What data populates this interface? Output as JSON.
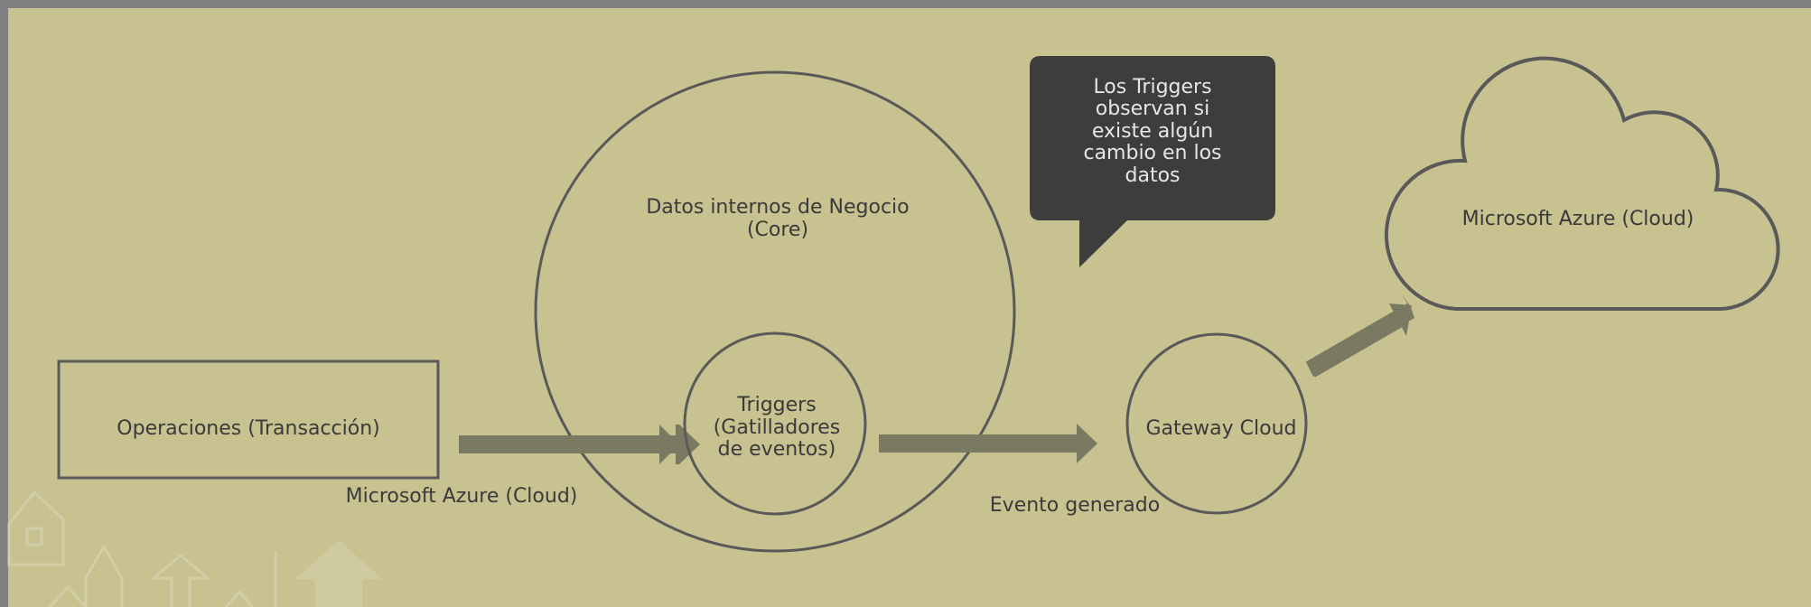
{
  "colors": {
    "frame": "#808080",
    "background": "#c7c28f",
    "stroke": "#59595a",
    "arrow": "#7a7a63",
    "text": "#3a3a3a",
    "callout_fill": "#3d3d3d",
    "callout_text": "#e6e6e6",
    "watermark": "#d4d0ab"
  },
  "nodes": {
    "operations": "Operaciones (Transacción)",
    "operations_caption": "Microsoft Azure (Cloud)",
    "core_line1": "Datos internos de Negocio",
    "core_line2": "(Core)",
    "triggers_line1": "Triggers",
    "triggers_line2": "(Gatilladores",
    "triggers_line3": "de eventos)",
    "gateway": "Gateway Cloud",
    "gateway_caption": "Evento generado",
    "cloud": "Microsoft Azure (Cloud)"
  },
  "callout": {
    "line1": "Los Triggers",
    "line2": "observan si",
    "line3": "existe algún",
    "line4": "cambio en los",
    "line5": "datos"
  },
  "icons": {
    "watermark": "house-and-arrows-doodle-icon",
    "cloud": "cloud-shape"
  }
}
